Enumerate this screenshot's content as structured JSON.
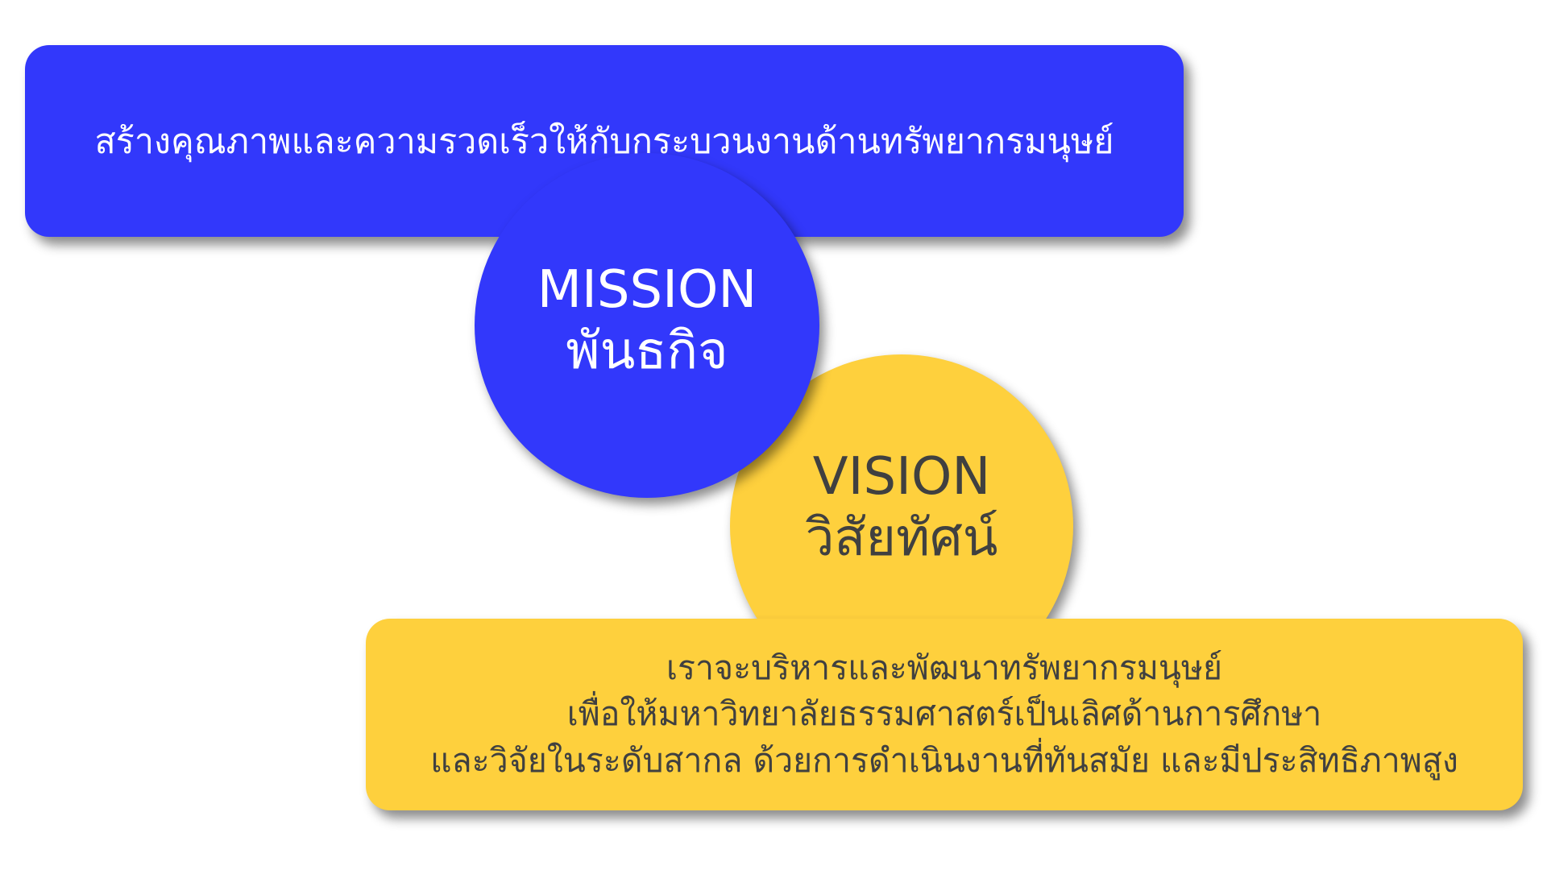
{
  "colors": {
    "mission": "#3238fb",
    "vision": "#fed03d",
    "mission_text": "#ffffff",
    "vision_text": "#404040"
  },
  "mission": {
    "title_en": "MISSION",
    "title_th": "พันธกิจ",
    "statement": "สร้างคุณภาพและความรวดเร็วให้กับกระบวนงานด้านทรัพยากรมนุษย์"
  },
  "vision": {
    "title_en": "VISION",
    "title_th": "วิสัยทัศน์",
    "statement_lines": [
      "เราจะบริหารและพัฒนาทรัพยากรมนุษย์",
      "เพื่อให้มหาวิทยาลัยธรรมศาสตร์เป็นเลิศด้านการศึกษา",
      "และวิจัยในระดับสากล ด้วยการดำเนินงานที่ทันสมัย และมีประสิทธิภาพสูง"
    ]
  }
}
